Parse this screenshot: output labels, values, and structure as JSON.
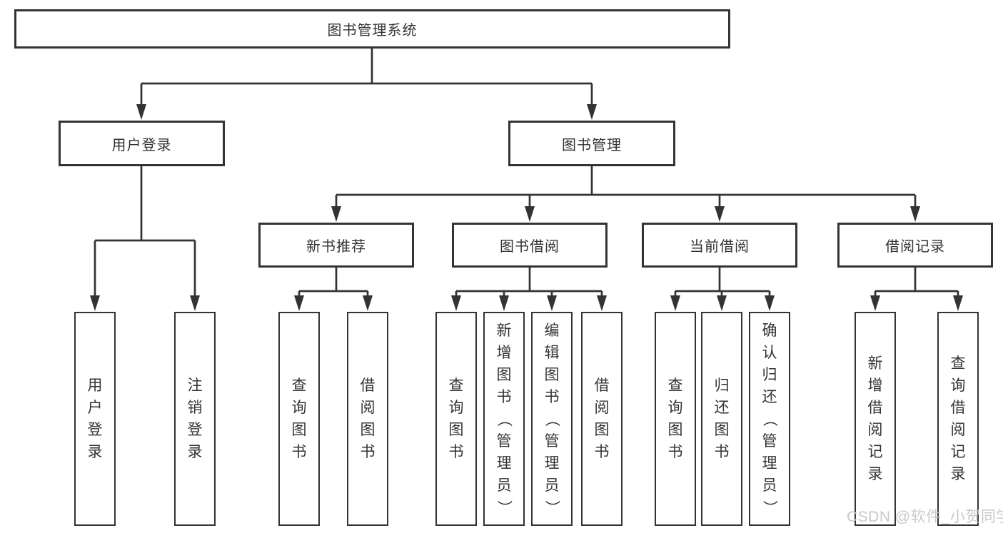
{
  "colors": {
    "line": "#333333",
    "text": "#333333",
    "watermark": "#c5c5c5",
    "background": "#ffffff"
  },
  "diagram": {
    "root_label": "图书管理系统",
    "branches": [
      {
        "label": "用户登录",
        "children": [
          "用户登录",
          "注销登录"
        ]
      },
      {
        "label": "图书管理",
        "children": [
          {
            "label": "新书推荐",
            "children": [
              "查询图书",
              "借阅图书"
            ]
          },
          {
            "label": "图书借阅",
            "children": [
              "查询图书",
              "新增图书（管理员）",
              "编辑图书（管理员）",
              "借阅图书"
            ]
          },
          {
            "label": "当前借阅",
            "children": [
              "查询图书",
              "归还图书",
              "确认归还（管理员）"
            ]
          },
          {
            "label": "借阅记录",
            "children": [
              "新增借阅记录",
              "查询借阅记录"
            ]
          }
        ]
      }
    ]
  },
  "watermark": {
    "text": "CSDN @软件_小贺同学"
  }
}
